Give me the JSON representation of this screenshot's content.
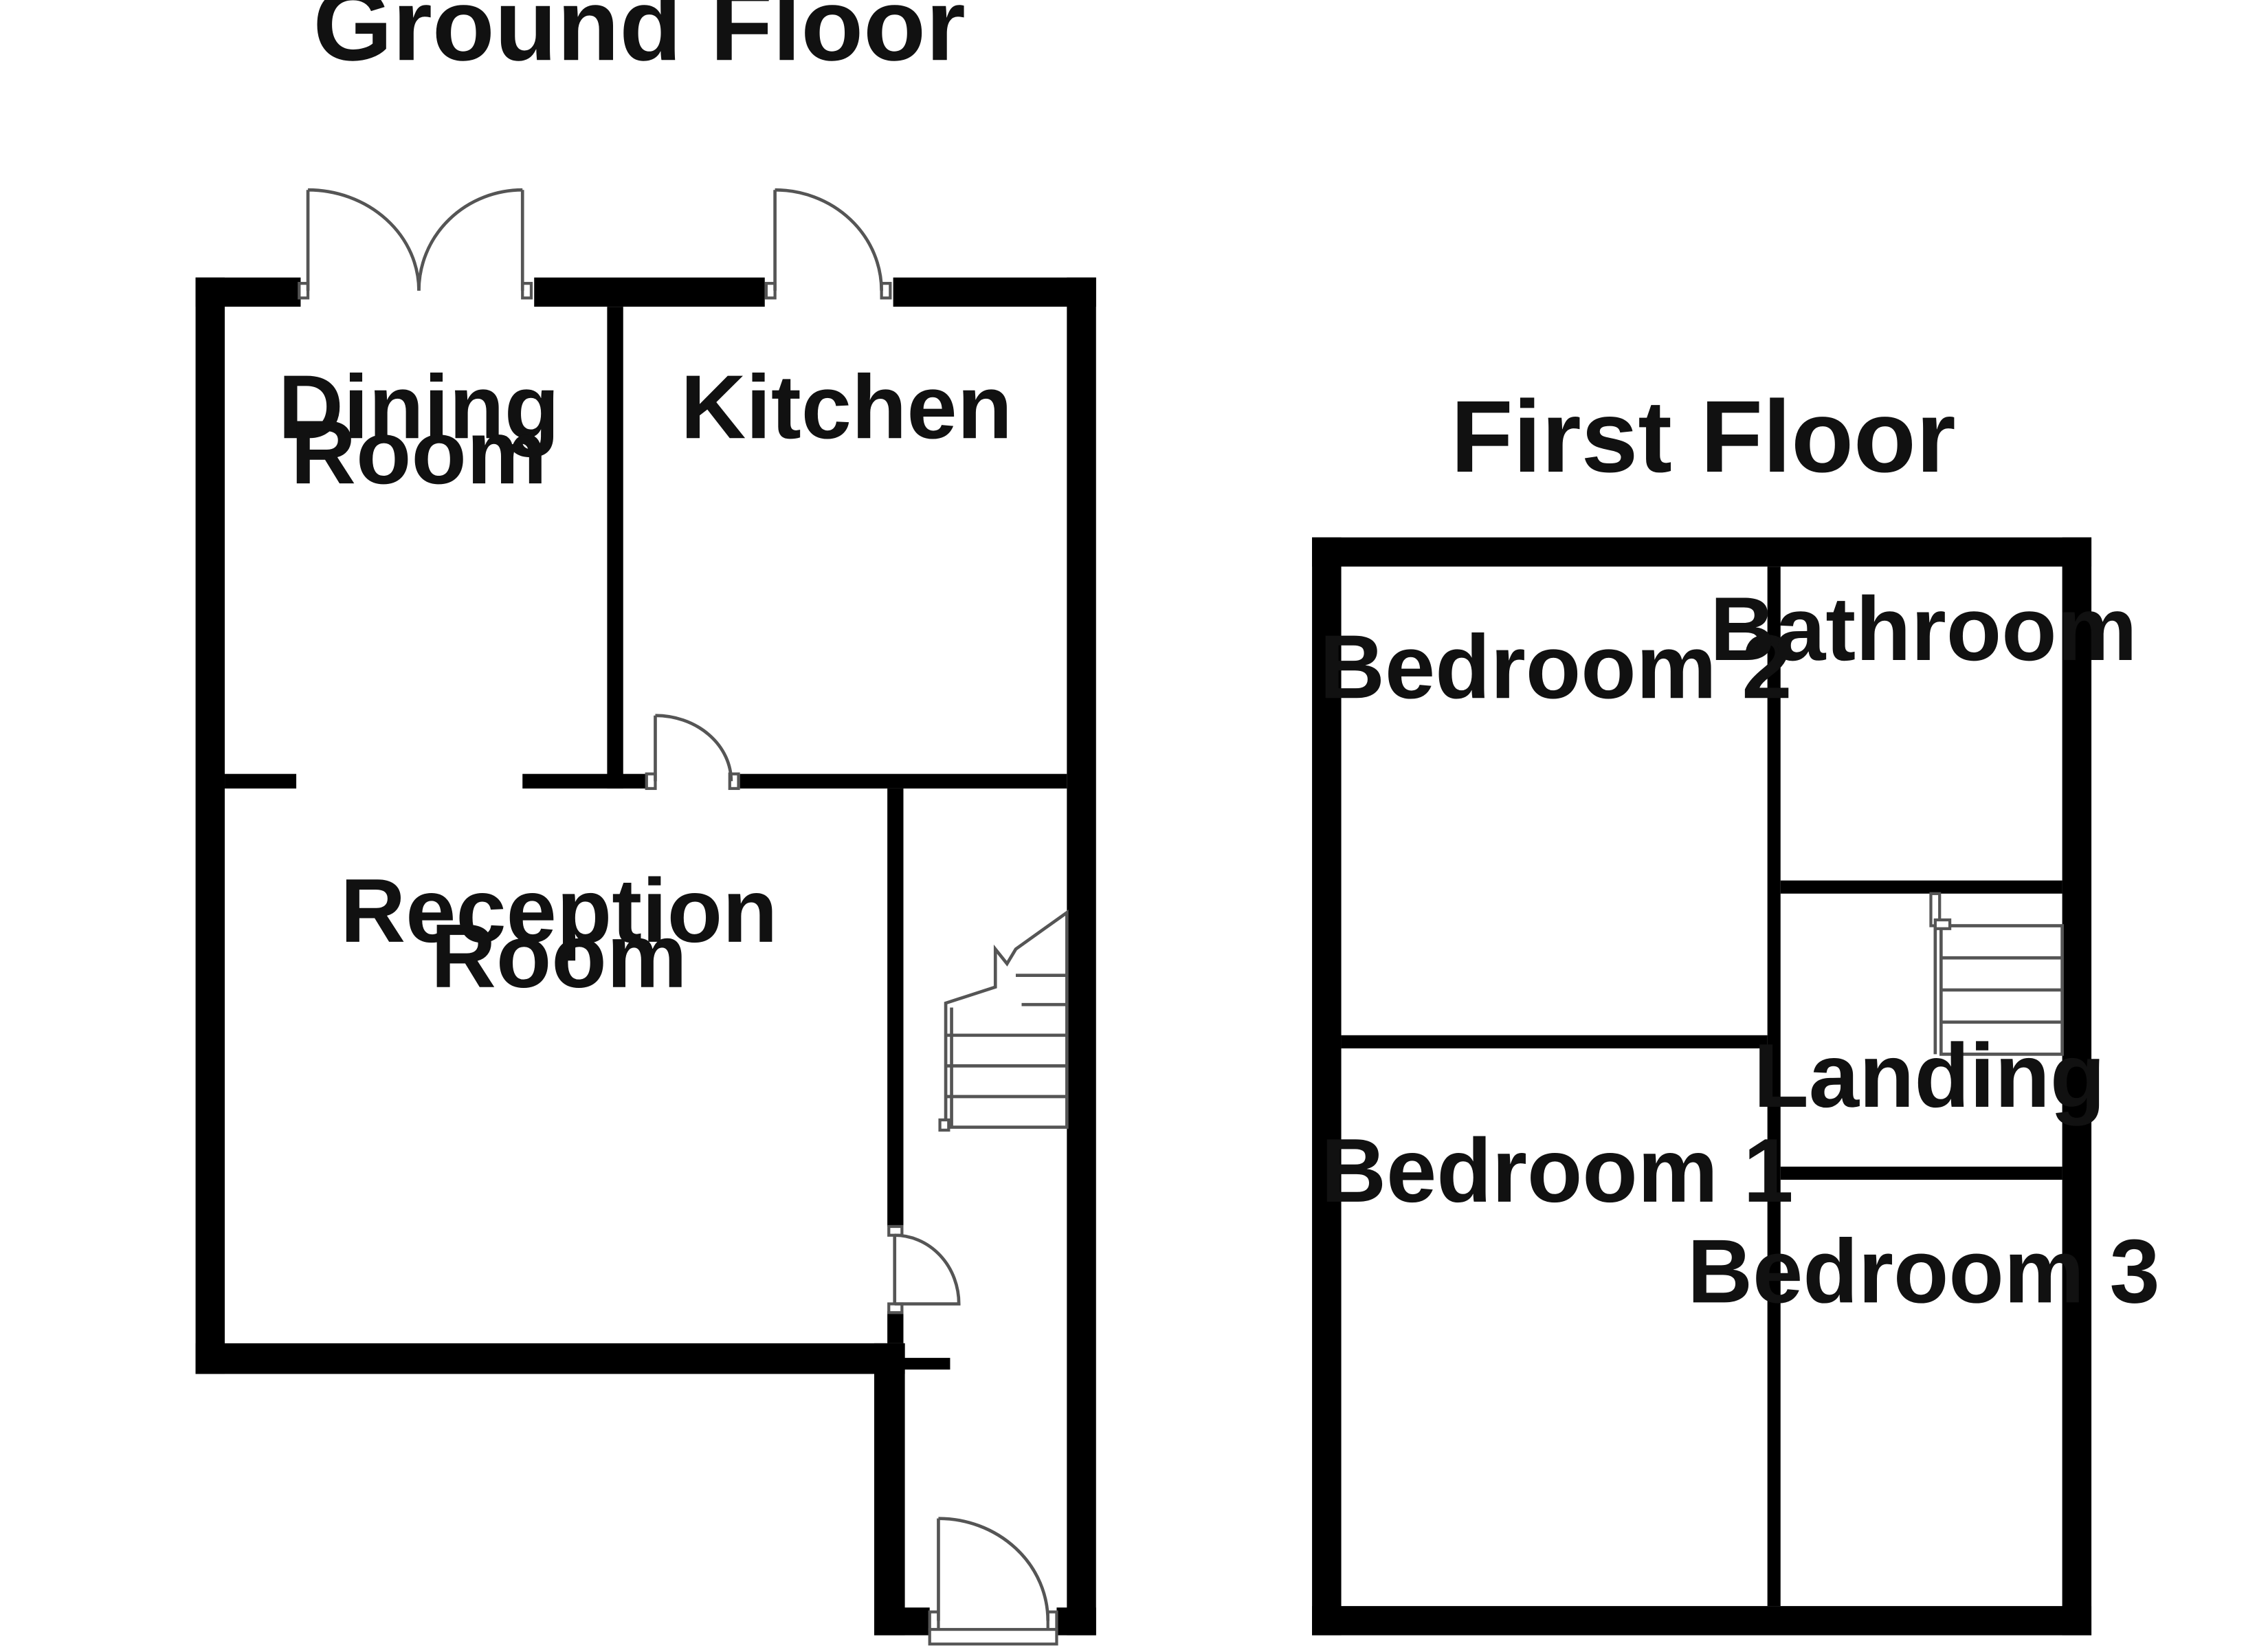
{
  "floors": {
    "ground": {
      "title": "Ground Floor",
      "rooms": {
        "dining": [
          "Dining",
          "Room"
        ],
        "kitchen": "Kitchen",
        "reception": [
          "Reception",
          "Room"
        ]
      }
    },
    "first": {
      "title": "First Floor",
      "rooms": {
        "bedroom2": "Bedroom 2",
        "bathroom": "Bathroom",
        "landing": "Landing",
        "bedroom1": "Bedroom 1",
        "bedroom3": "Bedroom 3"
      }
    }
  },
  "colors": {
    "wall": "#000000",
    "fixture": "#555555",
    "text": "#111111",
    "background": "#ffffff"
  }
}
